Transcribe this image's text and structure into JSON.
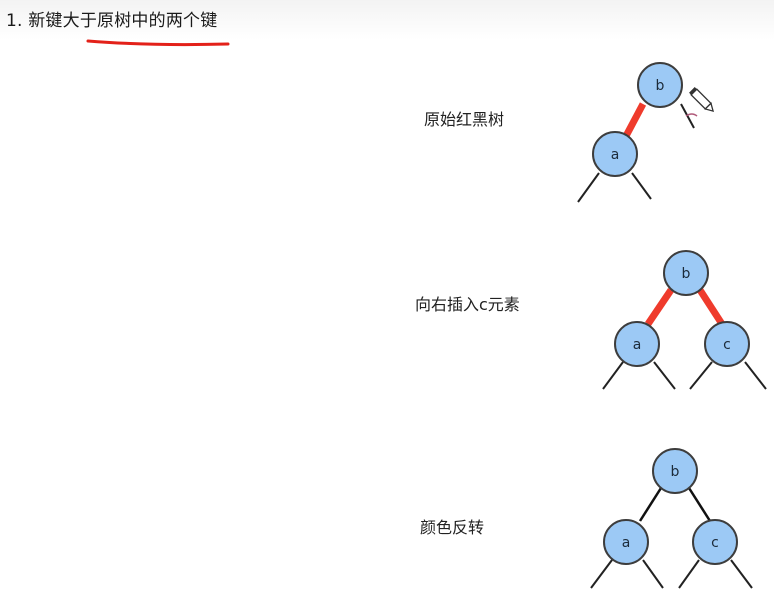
{
  "heading": {
    "number": "1.",
    "text": "新键大于原树中的两个键"
  },
  "steps": [
    {
      "label": "原始红黑树",
      "nodes": {
        "b": "b",
        "a": "a"
      }
    },
    {
      "label": "向右插入c元素",
      "nodes": {
        "b": "b",
        "a": "a",
        "c": "c"
      }
    },
    {
      "label": "颜色反转",
      "nodes": {
        "b": "b",
        "a": "a",
        "c": "c"
      }
    }
  ],
  "colors": {
    "node_fill": "#9cc9f5",
    "node_stroke": "#3d3d3d",
    "red_link": "#ef3b2c",
    "black_link": "#111111",
    "underline": "#e32119"
  },
  "icons": {
    "cursor": "pencil-cursor-icon"
  }
}
